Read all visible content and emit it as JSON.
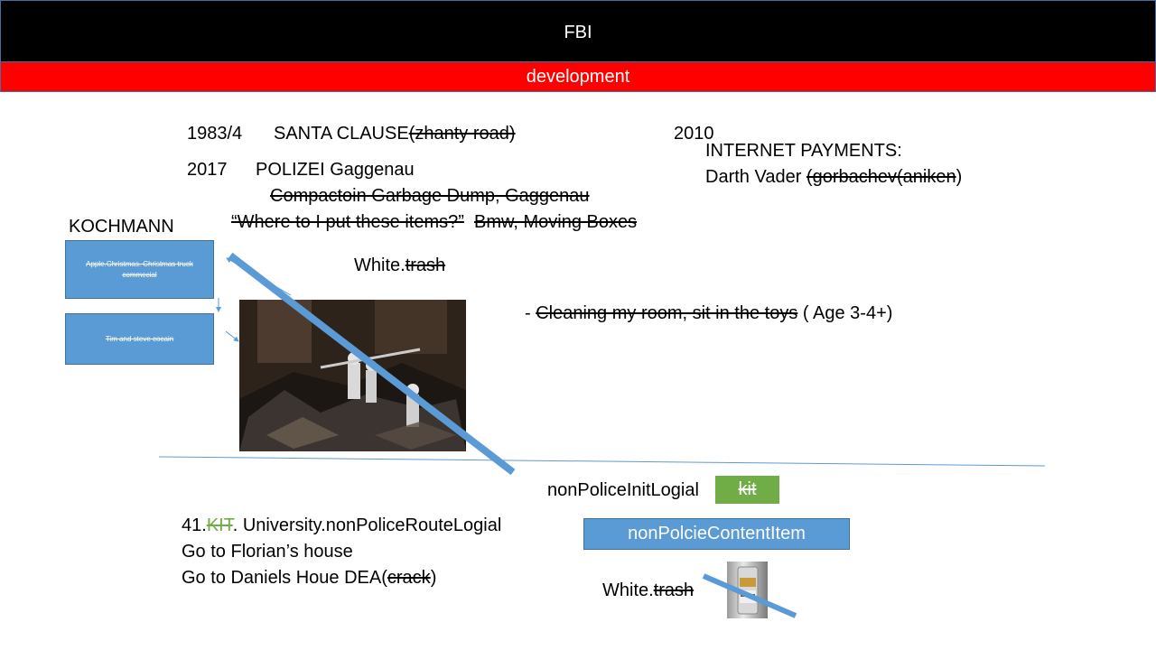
{
  "header": {
    "title": "FBI"
  },
  "subheader": {
    "title": "development"
  },
  "timeline": {
    "y1983": {
      "year": "1983/4",
      "text": "SANTA CLAUSE",
      "struck": "(zhanty road)"
    },
    "y2017": {
      "year": "2017",
      "text": "POLIZEI Gaggenau"
    },
    "line_compaction": "Compactoin Garbage Dump, Gaggenau",
    "quote": "“Where to I put these items?”",
    "quote_struck": "Bmw, Moving Boxes",
    "y2010": {
      "year": "2010",
      "line1": "INTERNET PAYMENTS:",
      "line2": "Darth Vader ",
      "struck": "(gorbachev(aniken",
      "close": ")"
    }
  },
  "kochmann": {
    "label": "KOCHMANN",
    "box1": "Apple.Christmas. Christmas truck commecial",
    "box2": "Tim and steve cocain"
  },
  "white_trash_top": {
    "prefix": "White.",
    "struck": "trash"
  },
  "cleaning": {
    "dash": "- ",
    "struck": "Cleaning my room, sit in the toys",
    "rest": " ( Age 3-4+)"
  },
  "bottom": {
    "init_label": "nonPoliceInitLogial",
    "kit_label": "kit",
    "content_label": "nonPolcieContentItem",
    "line1_prefix": "41.",
    "line1_struck": "KIT",
    "line1_rest": ". University.nonPoliceRouteLogial",
    "line2": "Go to Florian’s house",
    "line3_prefix": "Go to Daniels Houe DEA(",
    "line3_struck": "crack",
    "line3_close": ")",
    "white_prefix": "White.",
    "white_struck": "trash"
  },
  "colors": {
    "accent_blue": "#5b9bd5",
    "red": "#ff0000",
    "green": "#70ad47"
  }
}
